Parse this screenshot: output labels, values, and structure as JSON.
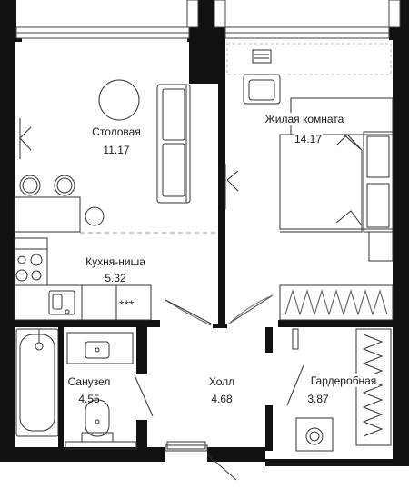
{
  "colors": {
    "wall": "#111111",
    "line": "#333333",
    "grey": "#9a9a9a",
    "floor": "#ffffff"
  },
  "rooms": [
    {
      "id": "dining",
      "name": "Столовая",
      "area": "11.17"
    },
    {
      "id": "living",
      "name": "Жилая комната",
      "area": "14.17"
    },
    {
      "id": "kitchen",
      "name": "Кухня-ниша",
      "area": "5.32"
    },
    {
      "id": "bathroom",
      "name": "Санузел",
      "area": "4.55"
    },
    {
      "id": "hall",
      "name": "Холл",
      "area": "4.68"
    },
    {
      "id": "wardrobe",
      "name": "Гардеробная",
      "area": "3.87"
    }
  ],
  "icons": {
    "stove": "stove-icon",
    "cooktop": "cooktop-icon",
    "sink": "sink-icon",
    "bathtub": "bathtub-icon",
    "toilet": "toilet-icon",
    "bed": "bed-icon",
    "sofa": "sofa-icon",
    "table": "dining-table-icon",
    "desk": "desk-icon",
    "washer": "washing-machine-icon"
  }
}
